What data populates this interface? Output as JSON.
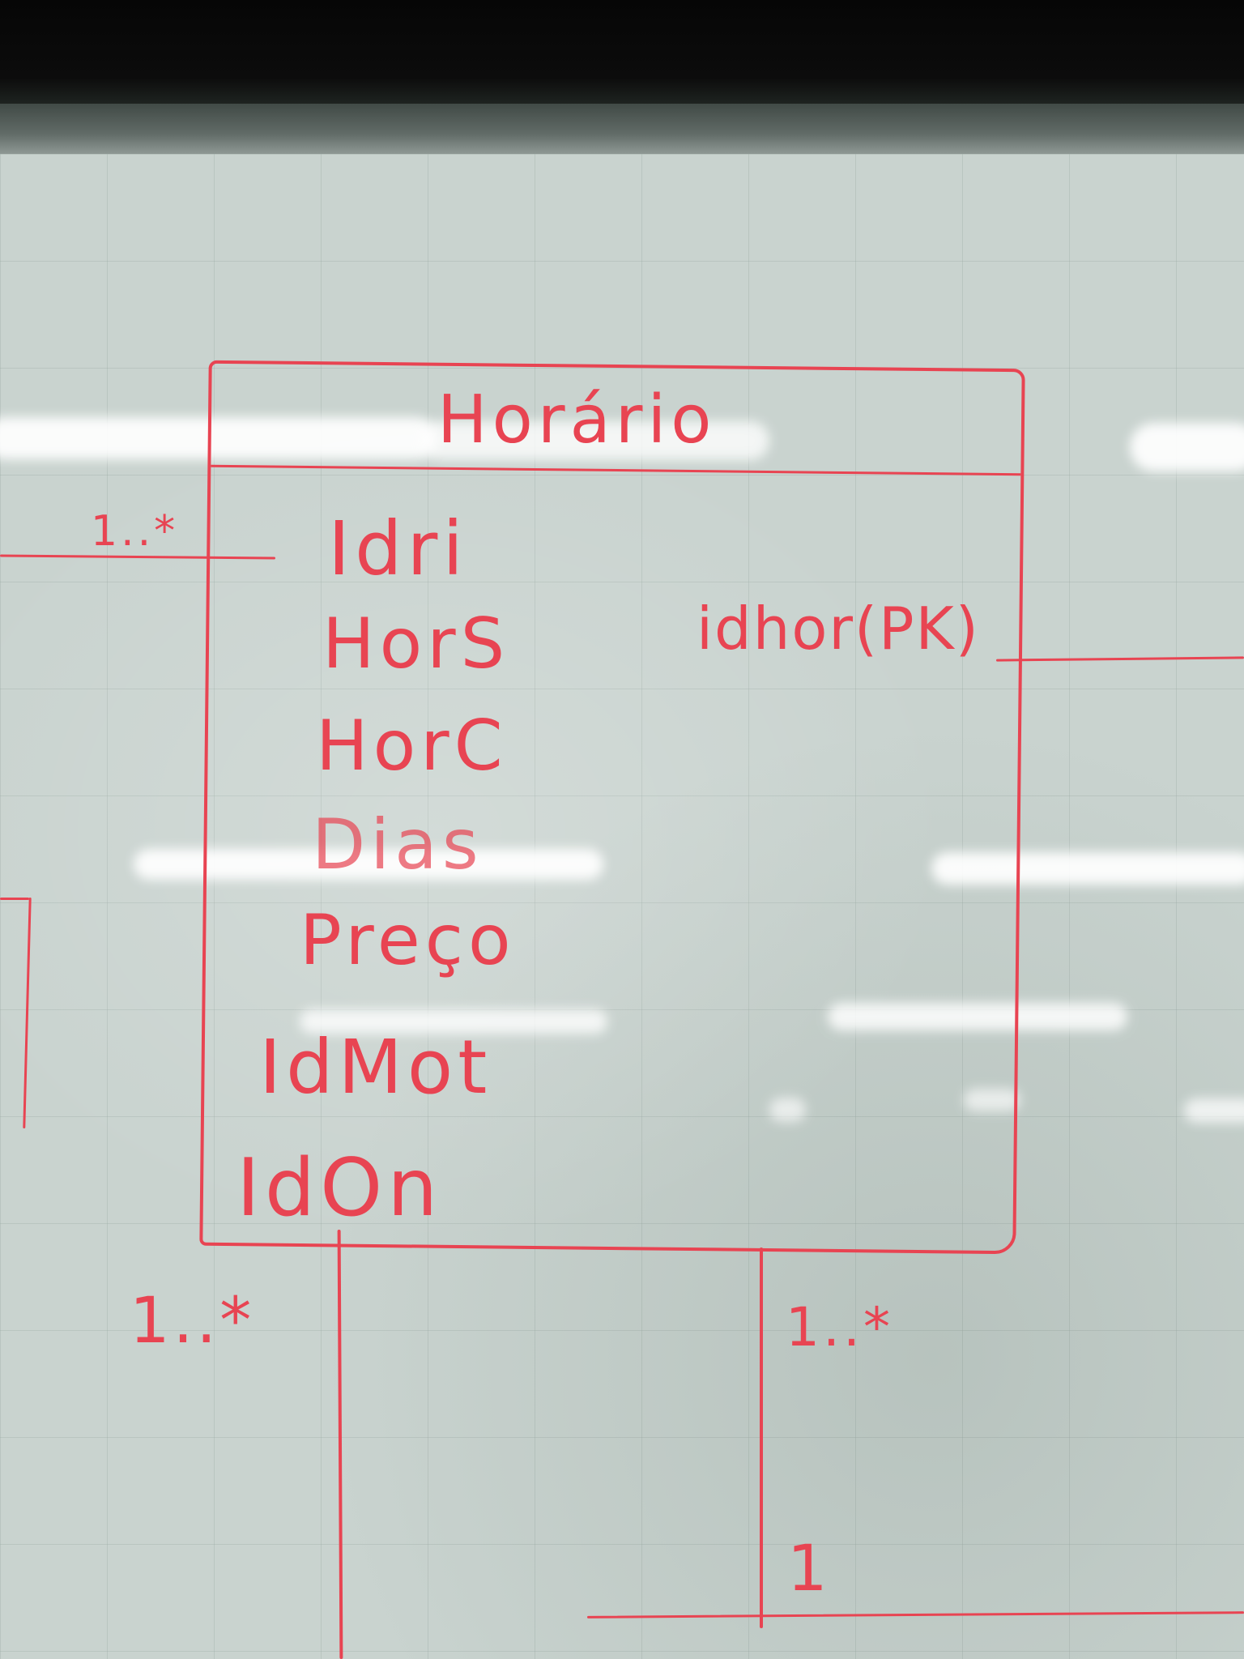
{
  "whiteboard": {
    "class_name": "Horário",
    "attributes": [
      "Idri",
      "HorS",
      "HorC",
      "Dias",
      "Preço",
      "IdMot",
      "IdOn"
    ],
    "key_note": "idhor(PK)",
    "multiplicities": {
      "left_association": "1..*",
      "bottom_left": "1..*",
      "bottom_right": "1..*",
      "bottom_right_end": "1"
    },
    "ink_color": "#e84452",
    "board_color": "#c9d3cf"
  }
}
